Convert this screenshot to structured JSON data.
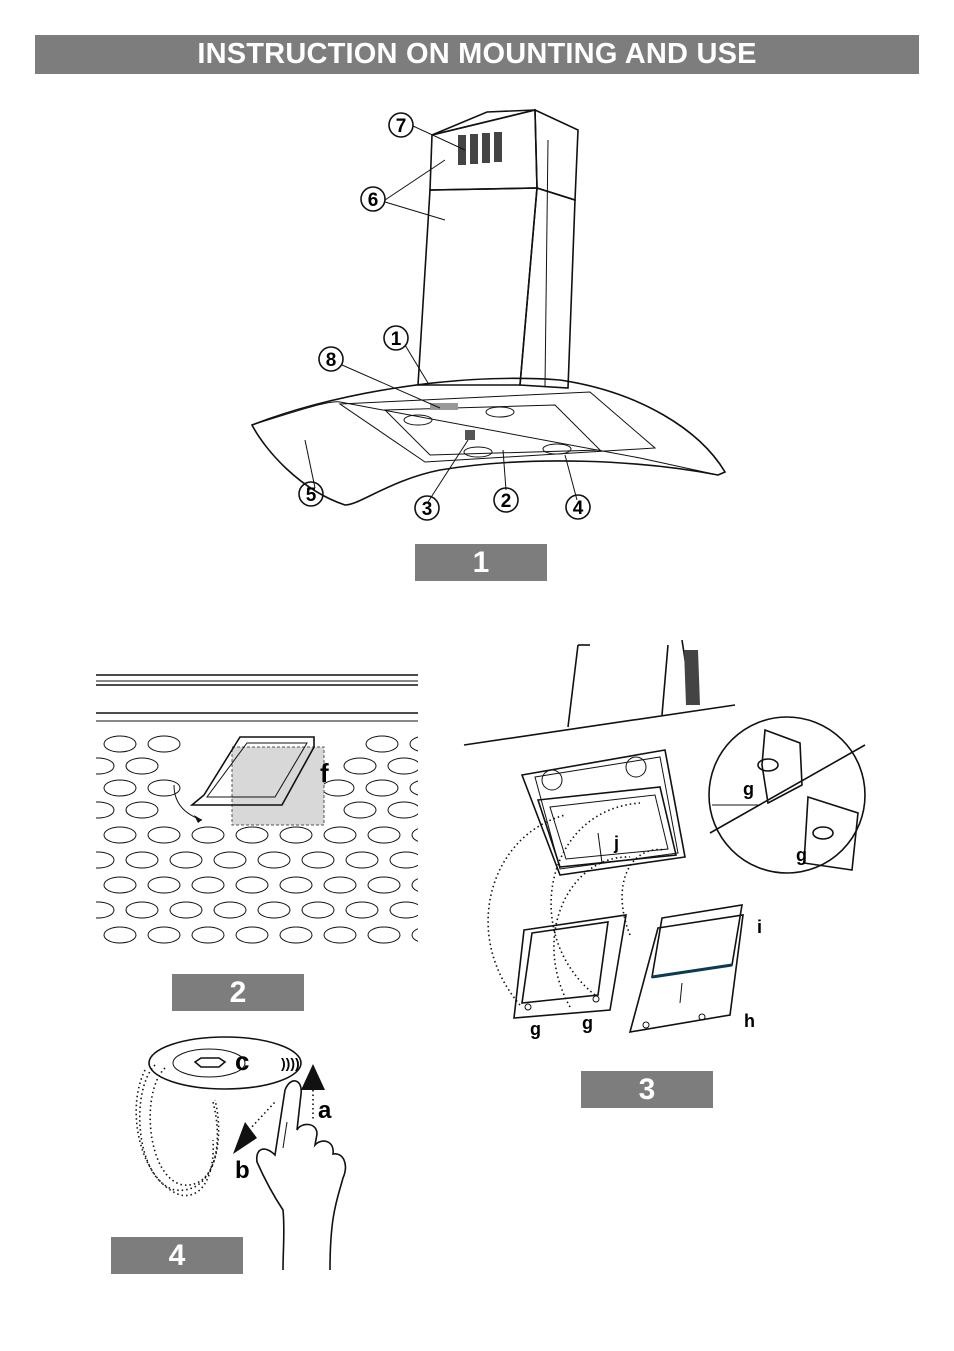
{
  "header": {
    "title": "INSTRUCTION ON MOUNTING AND USE"
  },
  "figures": {
    "fig1": {
      "label": "1",
      "callouts": [
        "1",
        "2",
        "3",
        "4",
        "5",
        "6",
        "7",
        "8"
      ]
    },
    "fig2": {
      "label": "2",
      "letters": {
        "f": "f"
      }
    },
    "fig3": {
      "label": "3",
      "letters": {
        "g": "g",
        "h": "h",
        "i": "i",
        "j": "j"
      }
    },
    "fig4": {
      "label": "4",
      "letters": {
        "a": "a",
        "b": "b",
        "c": "c"
      }
    }
  },
  "colors": {
    "bar": "#7d7d7d",
    "accent_blue": "#1aa0dc",
    "chimney_blue": "#a9dcf2"
  }
}
